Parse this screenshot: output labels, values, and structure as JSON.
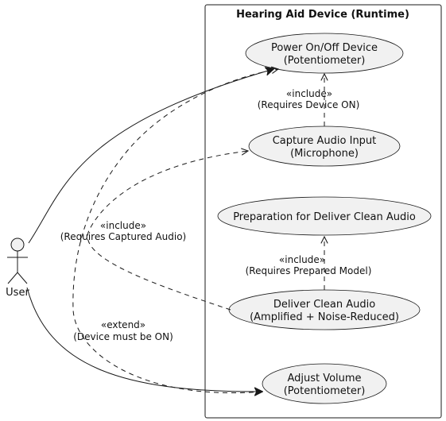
{
  "system": {
    "title": "Hearing Aid Device (Runtime)"
  },
  "actor": {
    "name": "User"
  },
  "use_cases": {
    "power": {
      "line1": "Power On/Off Device",
      "line2": "(Potentiometer)"
    },
    "capture": {
      "line1": "Capture Audio Input",
      "line2": "(Microphone)"
    },
    "prep": {
      "line1": "Preparation for Deliver Clean Audio"
    },
    "deliver": {
      "line1": "Deliver Clean Audio",
      "line2": "(Amplified + Noise-Reduced)"
    },
    "volume": {
      "line1": "Adjust Volume",
      "line2": "(Potentiometer)"
    }
  },
  "relations": {
    "capture_power": {
      "stereotype": "«include»",
      "note": "(Requires Device ON)"
    },
    "deliver_prep": {
      "stereotype": "«include»",
      "note": "(Requires Prepared Model)"
    },
    "deliver_capture": {
      "stereotype": "«include»",
      "note": "(Requires Captured Audio)"
    },
    "volume_power": {
      "stereotype": "«extend»",
      "note": "(Device must be ON)"
    }
  },
  "colors": {
    "use_case_fill": "#f1f1f1",
    "stroke": "#181818",
    "background": "#ffffff"
  }
}
